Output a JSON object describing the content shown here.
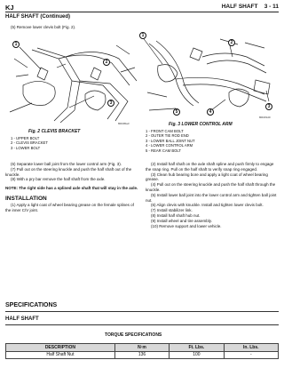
{
  "header": {
    "section": "KJ",
    "title": "HALF SHAFT",
    "page": "3 - 11"
  },
  "subheader": "HALF SHAFT (Continued)",
  "steps_top": [
    "(5) Remove lower clevis bolt (Fig. 2)."
  ],
  "fig2": {
    "title": "Fig. 2 CLEVIS BRACKET",
    "code": "80b0f0a3",
    "legend": [
      "1 - UPPER BOLT",
      "2 - CLEVIS BRACKET",
      "3 - LOWER BOLT"
    ]
  },
  "fig3": {
    "title": "Fig. 3 LOWER CONTROL ARM",
    "code": "80b0f1d0",
    "legend": [
      "1 - FRONT CAM BOLT",
      "2 - OUTER TIE ROD END",
      "3 - LOWER BALL JOINT NUT",
      "4 - LOWER CONTROL ARM",
      "5 - REAR CAM BOLT"
    ]
  },
  "col_left": {
    "p6": "(6) Separate lower ball joint from the lower control arm (Fig. 3).",
    "p7": "(7) Pull out on the steering knuckle and push the half shaft out of the knuckle.",
    "p8": "(8) With a pry bar remove the half shaft from the axle.",
    "note": "NOTE: The right side has a splined axle shaft that will stay in the axle.",
    "install_head": "INSTALLATION",
    "install_p1": "(1) Apply a light coat of wheel bearing grease on the female splines of the inner C/V joint."
  },
  "col_right": {
    "p2": "(2) Install half shaft on the axle shaft spline and push firmly to engage the snap ring. Pull on the half shaft to verify snap ring engaged.",
    "p3": "(3) Clean hub bearing bore and apply a light coat of wheel bearing grease.",
    "p4": "(4) Pull out on the steering knuckle and push the half shaft through the knuckle.",
    "p5": "(5) Install lower ball joint into the lower control arm and tighten ball joint nut.",
    "p6": "(6) Align clevis with knuckle. Install and tighten lower clevis bolt.",
    "p7": "(7) Install stabilizer link.",
    "p8": "(8) Install half shaft hub nut.",
    "p9": "(9) Install wheel and tire assembly.",
    "p10": "(10) Remove support and lower vehicle."
  },
  "specs": {
    "heading": "SPECIFICATIONS",
    "subheading": "HALF SHAFT",
    "table_title": "TORQUE SPECIFICATIONS",
    "columns": [
      "DESCRIPTION",
      "N·m",
      "Ft. Lbs.",
      "In. Lbs."
    ],
    "rows": [
      [
        "Half Shaft Nut",
        "136",
        "100",
        "-"
      ]
    ]
  },
  "callouts": {
    "c1": "1",
    "c2": "2",
    "c3": "3",
    "c4": "4",
    "c5": "5"
  }
}
